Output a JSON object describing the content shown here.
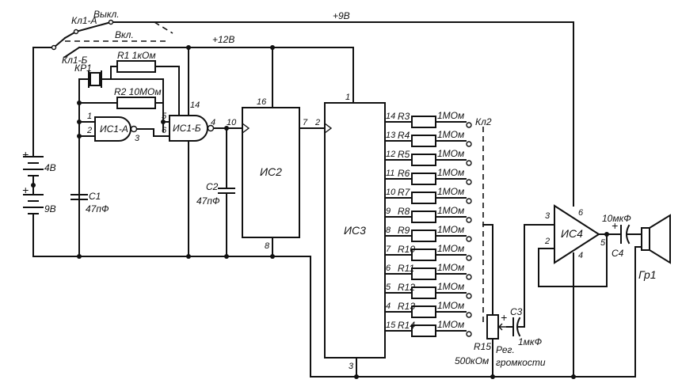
{
  "switch": {
    "name_a": "Кл1-А",
    "name_b": "Кл1-Б",
    "off_label": "Выкл.",
    "on_label": "Вкл."
  },
  "rails": {
    "v9_label": "+9В",
    "v12_label": "+12В"
  },
  "batteries": {
    "top_value": "4В",
    "bottom_value": "9В"
  },
  "oscillator": {
    "quartz_label": "КР1",
    "r1_label": "R1 1кОм",
    "r2_label": "R2 10МОм",
    "gate_a_label": "ИС1-А",
    "gate_b_label": "ИС1-Б",
    "pins": [
      "1",
      "2",
      "3",
      "5",
      "6",
      "14",
      "4"
    ],
    "c1_label": "C1",
    "c1_value": "47пФ",
    "c2_label": "C2",
    "c2_value": "47пФ"
  },
  "ic2": {
    "label": "ИС2",
    "pin_top": "16",
    "pin_in": "10",
    "pin_out": "7",
    "pin_bottom": "8"
  },
  "ic3": {
    "label": "ИС3",
    "pin_top": "1",
    "pin_in": "2",
    "pin_bottom": "3"
  },
  "resistors": [
    {
      "pin": "14",
      "name": "R3",
      "value": "1МОм"
    },
    {
      "pin": "13",
      "name": "R4",
      "value": "1МОм"
    },
    {
      "pin": "12",
      "name": "R5",
      "value": "1МОм"
    },
    {
      "pin": "11",
      "name": "R6",
      "value": "1МОм"
    },
    {
      "pin": "10",
      "name": "R7",
      "value": "1МОм"
    },
    {
      "pin": "9",
      "name": "R8",
      "value": "1МОм"
    },
    {
      "pin": "8",
      "name": "R9",
      "value": "1МОм"
    },
    {
      "pin": "7",
      "name": "R10",
      "value": "1МОм"
    },
    {
      "pin": "6",
      "name": "R11",
      "value": "1МОм"
    },
    {
      "pin": "5",
      "name": "R12",
      "value": "1МОм"
    },
    {
      "pin": "4",
      "name": "R13",
      "value": "1МОм"
    },
    {
      "pin": "15",
      "name": "R14",
      "value": "1МОм"
    }
  ],
  "switch2_label": "Кл2",
  "volume": {
    "name": "R15",
    "value": "500кОм",
    "caption_1": "Рег.",
    "caption_2": "громкости"
  },
  "c3": {
    "name": "C3",
    "value": "1мкФ",
    "plus": "+"
  },
  "amplifier": {
    "label": "ИС4",
    "pins": [
      "3",
      "6",
      "2",
      "5",
      "4"
    ]
  },
  "c4": {
    "name": "C4",
    "value": "10мкФ",
    "plus": "+"
  },
  "speaker_label": "Гр1"
}
